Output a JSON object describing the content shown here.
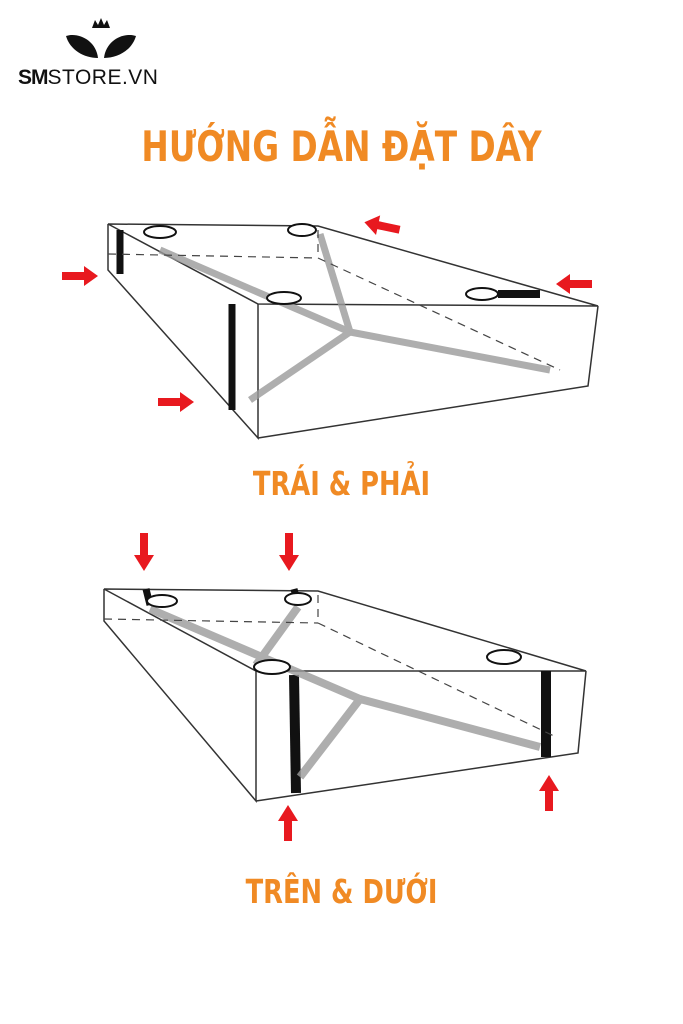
{
  "brand": {
    "logo_bold": "SM",
    "logo_rest": "STORE.VN"
  },
  "title": "HƯỚNG DẪN ĐẶT DÂY",
  "sections": [
    {
      "label": "TRÁI & PHẢI"
    },
    {
      "label": "TRÊN & DƯỚI"
    }
  ],
  "colors": {
    "title": "#F08A24",
    "arrow": "#E8191F",
    "strap": "#111111",
    "outline": "#333333"
  },
  "icons": [
    "crown-icon",
    "leaf-logo-icon",
    "arrow-right-icon",
    "arrow-down-icon",
    "arrow-up-icon"
  ]
}
